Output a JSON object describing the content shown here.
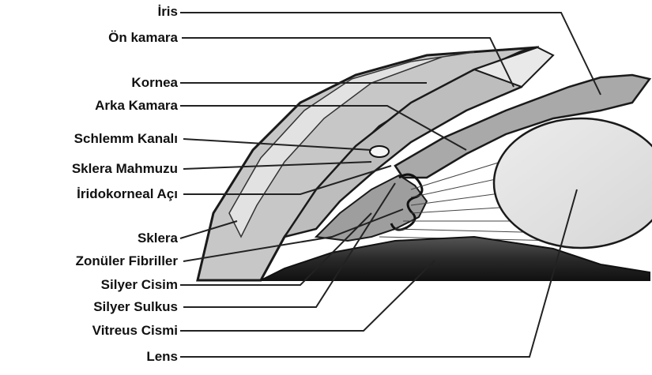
{
  "labels": {
    "iris": "İris",
    "on_kamara": "Ön kamara",
    "kornea": "Kornea",
    "arka_kamara": "Arka Kamara",
    "schlemm": "Schlemm Kanalı",
    "sklera_mahmuzu": "Sklera Mahmuzu",
    "iridokorneal": "İridokorneal Açı",
    "sklera": "Sklera",
    "zonuler": "Zonüler Fibriller",
    "silyer_cisim": "Silyer Cisim",
    "silyer_sulkus": "Silyer Sulkus",
    "vitreus": "Vitreus Cismi",
    "lens": "Lens"
  },
  "colors": {
    "text": "#111111",
    "leader": "#222222",
    "cornea_fill": "#c9c9c9",
    "tissue_fill": "#b0b0b0",
    "lens_fill": "#dedede",
    "vitreous_dark": "#2a2a2a"
  }
}
